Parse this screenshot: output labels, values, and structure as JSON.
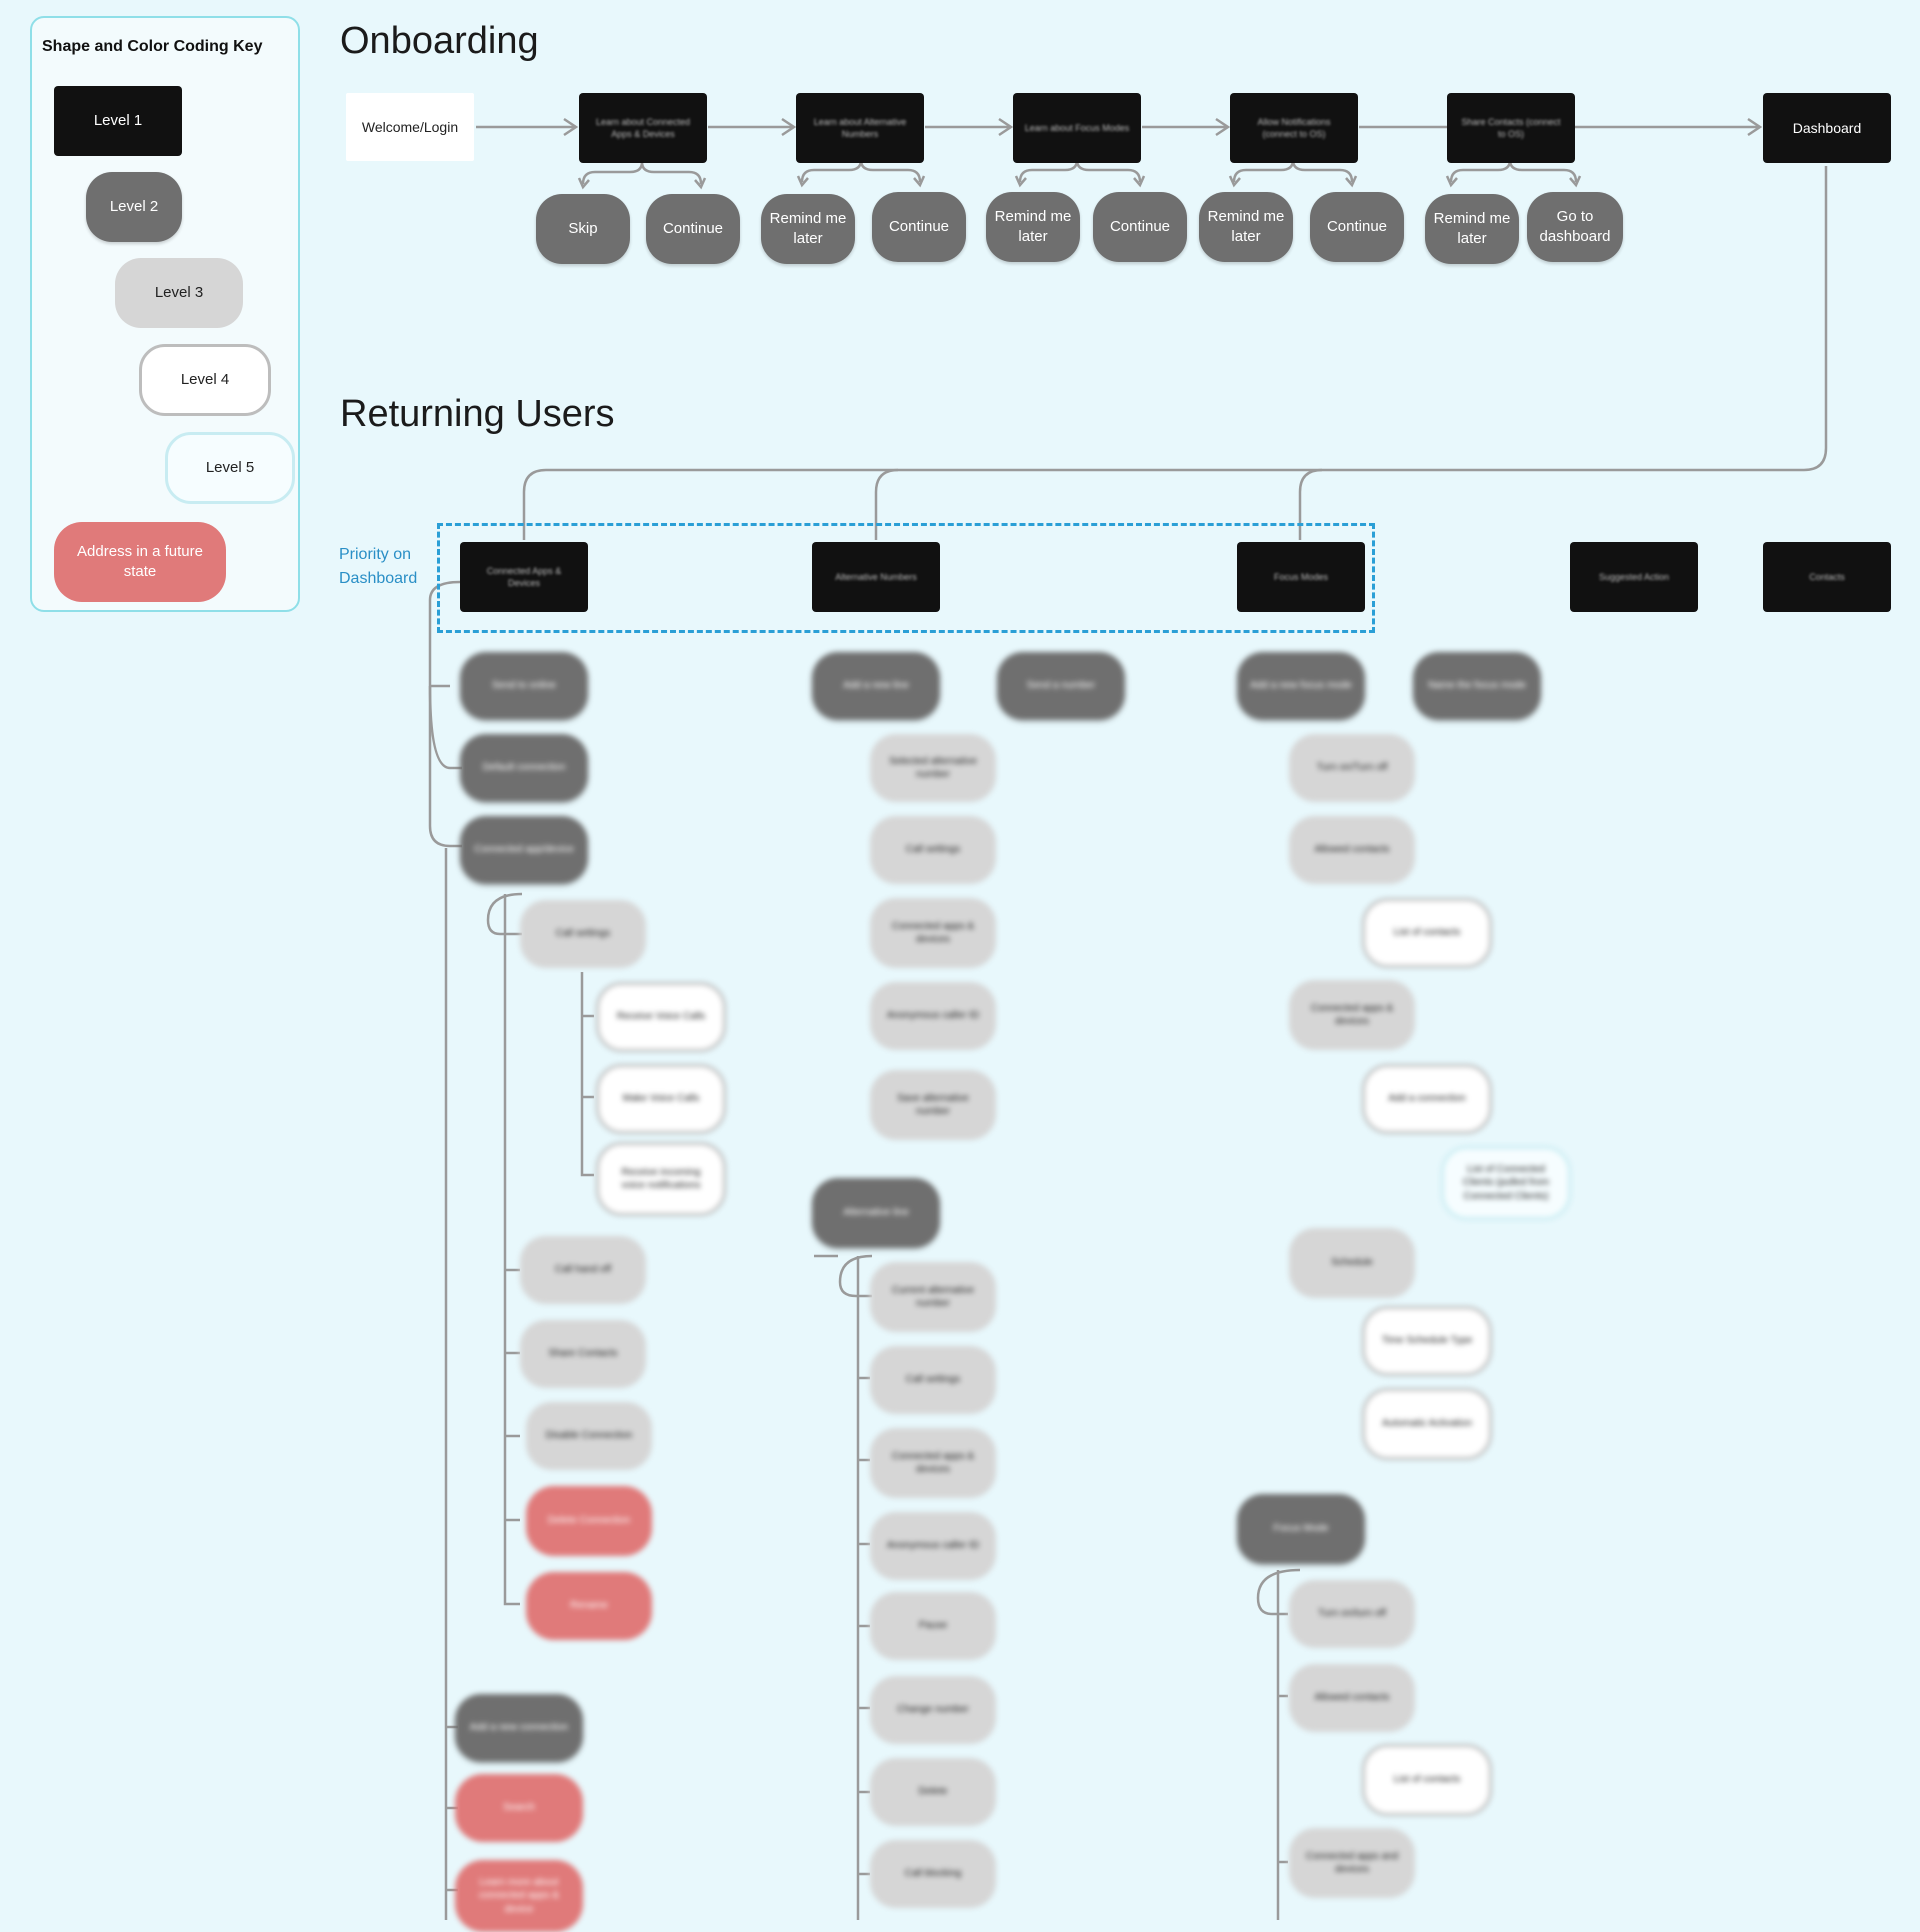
{
  "key": {
    "title": "Shape and Color Coding Key",
    "level1": "Level 1",
    "level2": "Level 2",
    "level3": "Level 3",
    "level4": "Level 4",
    "level5": "Level 5",
    "future": "Address in a future state"
  },
  "onboarding": {
    "heading": "Onboarding",
    "welcome": "Welcome/Login",
    "steps": [
      "Learn about Connected Apps & Devices",
      "Learn about Alternative Numbers",
      "Learn about Focus Modes",
      "Allow Notifications (connect to OS)",
      "Share Contacts (connect to OS)"
    ],
    "dashboard": "Dashboard",
    "choices": {
      "skip": "Skip",
      "continue": "Continue",
      "remind": "Remind me later",
      "go_dashboard": "Go to dashboard"
    }
  },
  "returning": {
    "heading": "Returning Users",
    "priority_label": "Priority on Dashboard",
    "col1": {
      "title": "Connected Apps & Devices",
      "items": [
        "Send to online",
        "Default connection",
        "Connected app/device"
      ],
      "sub1": "Call settings",
      "sub1_children": [
        "Receive Voice Calls",
        "Make Voice Calls",
        "Receive incoming voice notifications"
      ],
      "sub_items": [
        "Call hand off",
        "Share Contacts",
        "Disable Connection"
      ],
      "future_items": [
        "Delete Connection",
        "Rename"
      ],
      "bottom_l2": "Add a new connection",
      "bottom_future": [
        "Search",
        "Learn more about connected apps & device"
      ]
    },
    "col2": {
      "title": "Alternative Numbers",
      "l2a": "Add a new line",
      "l2b": "Send a number",
      "items_a": [
        "Selected alternative number",
        "Call settings",
        "Connected apps & devices",
        "Anonymous caller ID",
        "Save alternative number"
      ],
      "l2c": "Alternative line",
      "items_b": [
        "Current alternative number",
        "Call settings",
        "Connected apps & devices",
        "Anonymous caller ID",
        "Pause",
        "Change number",
        "Delete",
        "Call blocking"
      ]
    },
    "col3": {
      "title": "Focus Modes",
      "l2a": "Add a new focus mode",
      "l2b": "Name the focus mode",
      "items": [
        "Turn on/Turn off",
        "Allowed contacts"
      ],
      "l4a": "List of contacts",
      "item3": "Connected apps & devices",
      "l4b": "Add a connection",
      "l5": "List of Connected Clients (pulled from Connected Clients)",
      "item4": "Schedule",
      "l4c": "Time Schedule Type",
      "l4d": "Automatic Activation",
      "l2c": "Focus Mode",
      "items_b": [
        "Turn on/turn off",
        "Allowed contacts"
      ],
      "l4e": "List of contacts",
      "item_b3": "Connected apps and devices"
    },
    "col4_title": "Suggested Action",
    "col5_title": "Contacts"
  }
}
